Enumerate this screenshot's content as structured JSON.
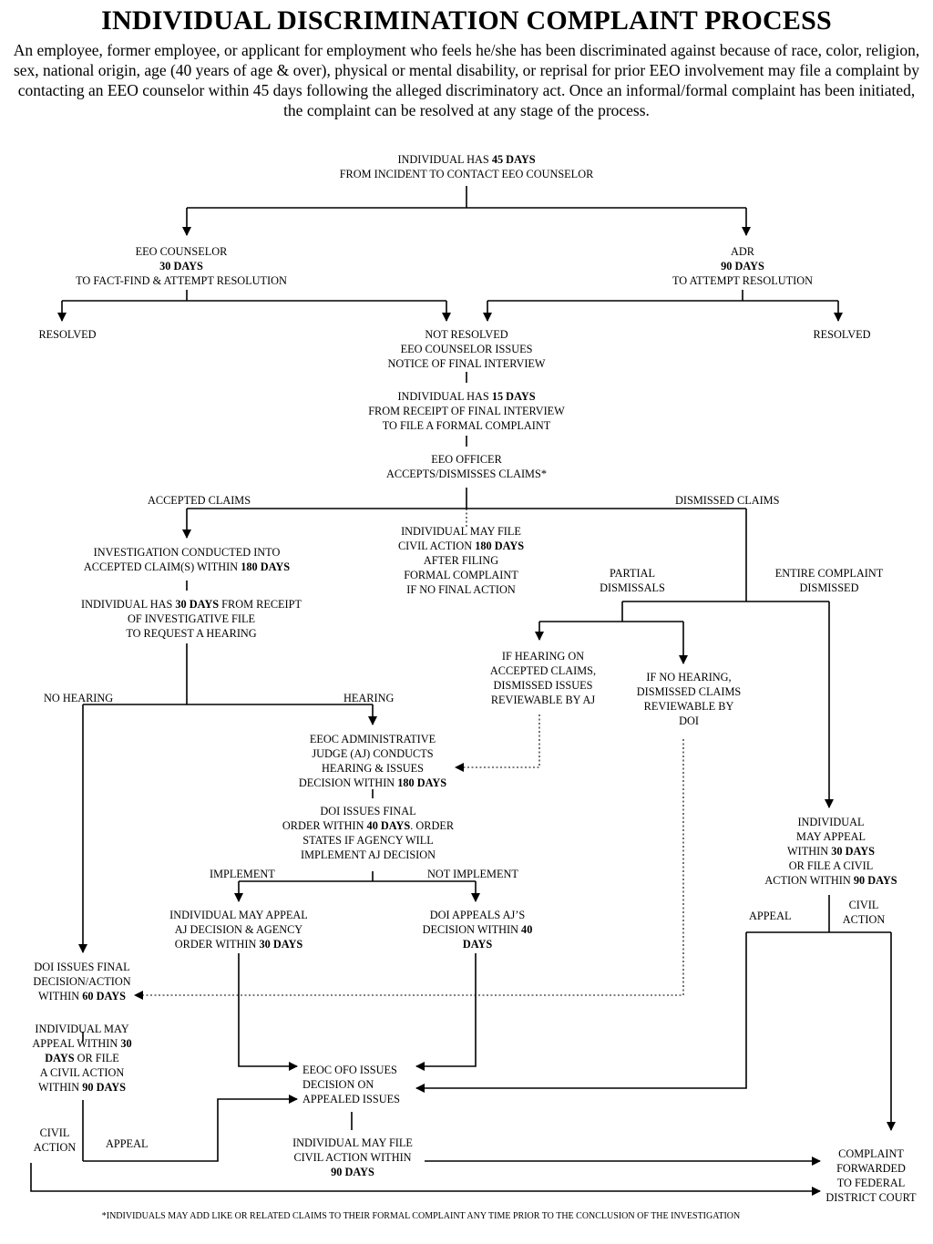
{
  "title": "INDIVIDUAL DISCRIMINATION COMPLAINT PROCESS",
  "intro": "An employee, former employee, or applicant for employment who feels he/she has been discriminated against because of race, color, religion, sex, national origin, age (40 years of age & over), physical or mental disability, or reprisal for prior EEO involvement may file a complaint by contacting an EEO counselor within 45 days following the alleged discriminatory act. Once an informal/formal complaint has been initiated, the complaint can be resolved at any stage of the process.",
  "nodes": {
    "start": {
      "l1a": "INDIVIDUAL HAS ",
      "l1b": "45 DAYS",
      "l2": "FROM INCIDENT TO CONTACT EEO COUNSELOR"
    },
    "counselor": {
      "l1": "EEO COUNSELOR",
      "l2": "30 DAYS",
      "l3": "TO FACT-FIND & ATTEMPT RESOLUTION"
    },
    "adr": {
      "l1": "ADR",
      "l2": "90 DAYS",
      "l3": "TO ATTEMPT RESOLUTION"
    },
    "resolved_left": "RESOLVED",
    "resolved_right": "RESOLVED",
    "not_resolved": {
      "l1": "NOT RESOLVED",
      "l2": "EEO COUNSELOR ISSUES",
      "l3": "NOTICE OF FINAL INTERVIEW"
    },
    "file_formal": {
      "l1a": "INDIVIDUAL HAS  ",
      "l1b": "15 DAYS",
      "l2": "FROM RECEIPT OF FINAL INTERVIEW",
      "l3": "TO FILE A FORMAL COMPLAINT"
    },
    "eeo_officer": {
      "l1": "EEO OFFICER",
      "l2": "ACCEPTS/DISMISSES CLAIMS*"
    },
    "civil_180": {
      "l1": "INDIVIDUAL MAY FILE",
      "l2a": "CIVIL ACTION  ",
      "l2b": "180 DAYS",
      "l3": "AFTER FILING",
      "l4": "FORMAL COMPLAINT",
      "l5": "IF NO FINAL ACTION"
    },
    "investigation": {
      "l1": "INVESTIGATION CONDUCTED INTO",
      "l2a": "ACCEPTED CLAIM(S) WITHIN ",
      "l2b": "180 DAYS"
    },
    "request_hearing": {
      "l1a": "INDIVIDUAL HAS ",
      "l1b": "30 DAYS",
      "l1c": " FROM RECEIPT",
      "l2": "OF INVESTIGATIVE FILE",
      "l3": "TO REQUEST A HEARING"
    },
    "partial": {
      "l1": "PARTIAL",
      "l2": "DISMISSALS"
    },
    "entire": {
      "l1": "ENTIRE COMPLAINT",
      "l2": "DISMISSED"
    },
    "if_hearing": {
      "l1": "IF HEARING ON",
      "l2": "ACCEPTED CLAIMS,",
      "l3": "DISMISSED ISSUES",
      "l4": "REVIEWABLE BY AJ"
    },
    "if_no_hearing": {
      "l1": "IF NO HEARING,",
      "l2": "DISMISSED CLAIMS",
      "l3": "REVIEWABLE BY",
      "l4": "DOI"
    },
    "aj_hearing": {
      "l1": "EEOC ADMINISTRATIVE",
      "l2": "JUDGE (AJ) CONDUCTS",
      "l3": "HEARING & ISSUES",
      "l4a": "DECISION WITHIN ",
      "l4b": "180 DAYS"
    },
    "doi_final_order": {
      "l1": "DOI ISSUES FINAL",
      "l2a": "ORDER WITHIN ",
      "l2b": "40 DAYS",
      "l2c": ". ORDER",
      "l3": "STATES IF  AGENCY WILL",
      "l4": "IMPLEMENT AJ DECISION"
    },
    "appeal_aj": {
      "l1": "INDIVIDUAL MAY APPEAL",
      "l2": "AJ DECISION & AGENCY",
      "l3a": "ORDER WITHIN ",
      "l3b": "30 DAYS"
    },
    "doi_appeals": {
      "l1": "DOI APPEALS AJ’S",
      "l2a": "DECISION WITHIN ",
      "l2b": "40",
      "l3": "DAYS"
    },
    "entire_appeal": {
      "l1": "INDIVIDUAL",
      "l2": "MAY APPEAL",
      "l3a": "WITHIN ",
      "l3b": "30 DAYS",
      "l4": "OR FILE A CIVIL",
      "l5a": "ACTION WITHIN ",
      "l5b": "90 DAYS"
    },
    "doi_final_decision": {
      "l1": "DOI ISSUES FINAL",
      "l2": "DECISION/ACTION",
      "l3a": "WITHIN ",
      "l3b": "60 DAYS"
    },
    "left_appeal": {
      "l1": "INDIVIDUAL MAY",
      "l2a": "APPEAL WITHIN  ",
      "l2b": "30",
      "l3a": "DAYS",
      "l3b": " OR FILE",
      "l4": "A CIVIL ACTION",
      "l5a": "WITHIN ",
      "l5b": "90 DAYS"
    },
    "ofo": {
      "l1": "EEOC OFO ISSUES",
      "l2": "DECISION ON",
      "l3": "APPEALED ISSUES"
    },
    "civil_90": {
      "l1": "INDIVIDUAL MAY FILE",
      "l2": "CIVIL ACTION WITHIN",
      "l3": "90 DAYS"
    },
    "federal": {
      "l1": "COMPLAINT",
      "l2": "FORWARDED",
      "l3": "TO FEDERAL",
      "l4": "DISTRICT COURT"
    }
  },
  "labels": {
    "accepted_claims": "ACCEPTED CLAIMS",
    "dismissed_claims": "DISMISSED CLAIMS",
    "no_hearing": "NO HEARING",
    "hearing": "HEARING",
    "implement": "IMPLEMENT",
    "not_implement": "NOT IMPLEMENT",
    "appeal_right": "APPEAL",
    "civil_action_right_1": "CIVIL",
    "civil_action_right_2": "ACTION",
    "civil_action_left_1": "CIVIL",
    "civil_action_left_2": "ACTION",
    "appeal_left": "APPEAL"
  },
  "footnote": "*INDIVIDUALS MAY ADD LIKE OR RELATED CLAIMS TO THEIR FORMAL COMPLAINT ANY TIME PRIOR TO THE CONCLUSION OF THE INVESTIGATION"
}
